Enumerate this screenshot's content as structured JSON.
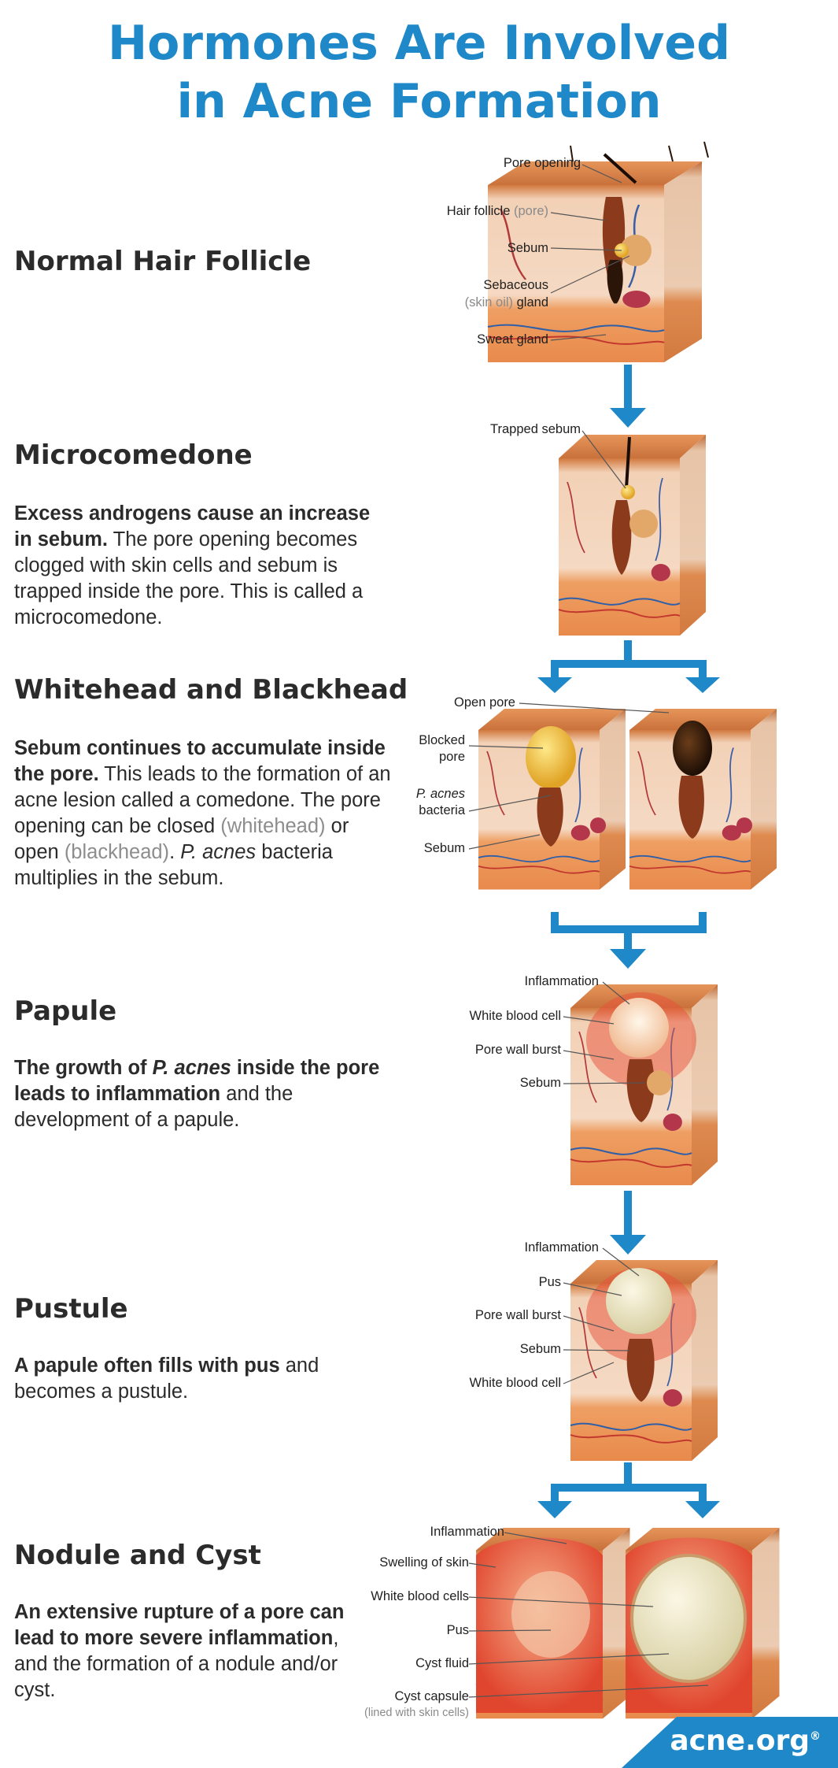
{
  "title": {
    "line1": "Hormones Are Involved",
    "line2": "in Acne Formation"
  },
  "colors": {
    "title_blue": "#1e88c8",
    "arrow_blue": "#1e88c8",
    "skin_top": "#d9874e",
    "dermis": "#f4d6bd",
    "fat": "#eb9a5d",
    "inflammation": "#e8503a"
  },
  "sections": [
    {
      "heading": "Normal Hair Follicle",
      "labels": [
        {
          "text": "Pore opening",
          "sub": ""
        },
        {
          "text": "Hair follicle",
          "sub": "(pore)"
        },
        {
          "text": "Sebum",
          "sub": ""
        },
        {
          "text": "Sebaceous",
          "sub": ""
        },
        {
          "text": "gland",
          "sub": "(skin oil)"
        },
        {
          "text": "Sweat gland",
          "sub": ""
        }
      ]
    },
    {
      "heading": "Microcomedone",
      "bold": "Excess androgens cause an increase in sebum.",
      "rest": " The pore opening becomes clogged with skin cells and sebum is trapped inside the pore. This is called a microcomedone.",
      "labels": [
        {
          "text": "Trapped sebum"
        }
      ]
    },
    {
      "heading": "Whitehead and Blackhead",
      "bold": "Sebum continues to accumulate inside the pore.",
      "rest1": " This leads to the formation of an acne lesion called a comedone. The pore opening can be closed ",
      "grey1": "(whitehead)",
      "rest2": " or open ",
      "grey2": "(blackhead)",
      "rest3": ". ",
      "italic": "P. acnes",
      "rest4": " bacteria multiplies in the sebum.",
      "labels": [
        {
          "text": "Open pore"
        },
        {
          "text": "Blocked"
        },
        {
          "text": "pore"
        },
        {
          "text": "P. acnes"
        },
        {
          "text": "bacteria"
        },
        {
          "text": "Sebum"
        }
      ]
    },
    {
      "heading": "Papule",
      "bold1": "The growth of ",
      "italic": "P. acnes",
      "bold2": " inside the pore leads to inflammation",
      "rest": " and the development of a papule.",
      "labels": [
        {
          "text": "Inflammation"
        },
        {
          "text": "White blood cell"
        },
        {
          "text": "Pore wall burst"
        },
        {
          "text": "Sebum"
        }
      ]
    },
    {
      "heading": "Pustule",
      "bold": "A papule often fills with pus",
      "rest": " and becomes a pustule.",
      "labels": [
        {
          "text": "Inflammation"
        },
        {
          "text": "Pus"
        },
        {
          "text": "Pore wall burst"
        },
        {
          "text": "Sebum"
        },
        {
          "text": "White blood cell"
        }
      ]
    },
    {
      "heading": "Nodule and Cyst",
      "bold1": "An extensive rupture of a pore can lead to more severe ",
      "bold2": "inflammation",
      "rest": ", and the formation of a nodule and/or cyst.",
      "labels": [
        {
          "text": "Inflammation"
        },
        {
          "text": "Swelling of skin"
        },
        {
          "text": "White blood cells"
        },
        {
          "text": "Pus"
        },
        {
          "text": "Cyst fluid"
        },
        {
          "text": "Cyst capsule"
        },
        {
          "text": "(lined with skin cells)"
        }
      ]
    }
  ],
  "logo": {
    "text": "acne.org",
    "mark": "®"
  }
}
